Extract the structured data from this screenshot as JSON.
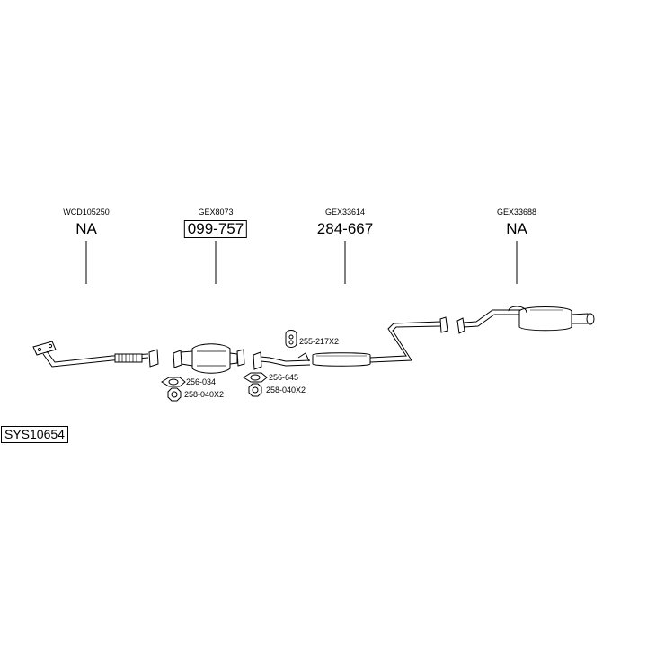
{
  "system_id": "SYS10654",
  "columns": [
    {
      "oe_code": "WCD105250",
      "part_number": "NA",
      "boxed": false
    },
    {
      "oe_code": "GEX8073",
      "part_number": "099-757",
      "boxed": true
    },
    {
      "oe_code": "GEX33614",
      "part_number": "284-667",
      "boxed": false
    },
    {
      "oe_code": "GEX33688",
      "part_number": "NA",
      "boxed": false
    }
  ],
  "fittings": [
    {
      "label": "256-034",
      "icon": "gasket-icon"
    },
    {
      "label": "258-040X2",
      "icon": "nut-icon"
    },
    {
      "label": "256-645",
      "icon": "gasket-icon"
    },
    {
      "label": "258-040X2",
      "icon": "nut-icon"
    },
    {
      "label": "255-217X2",
      "icon": "rubber-mount-icon"
    }
  ]
}
